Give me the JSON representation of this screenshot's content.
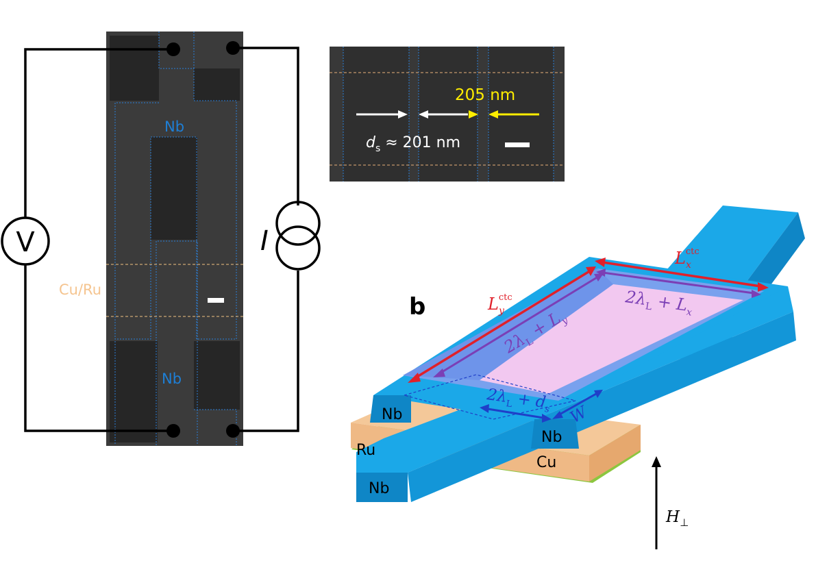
{
  "panel_a": {
    "label_nb_top": "Nb",
    "label_nb_bottom": "Nb",
    "label_curu": "Cu/Ru",
    "voltmeter_symbol": "V",
    "current_symbol": "I",
    "colors": {
      "nb": "#1e7fd6",
      "curu": "#f5c48f",
      "sem_bg": "#3a3a3a"
    }
  },
  "inset": {
    "dim_label": "205 nm",
    "ds_symbol": "d",
    "ds_sub": "s",
    "ds_value": " ≈ 201 nm",
    "colors": {
      "yellow": "#ffee00",
      "white": "#ffffff"
    }
  },
  "panel_b": {
    "panel_letter": "b",
    "lx_ctc": {
      "main": "L",
      "sub": "x",
      "sup": "ctc"
    },
    "ly_ctc": {
      "main": "L",
      "sub": "y",
      "sup": "ctc"
    },
    "purple_x": {
      "pre": "2λ",
      "sub": "L",
      "post": " + L",
      "post_sub": "x"
    },
    "purple_y": {
      "pre": "2λ",
      "sub": "L",
      "post": " + L",
      "post_sub": "y"
    },
    "blue_ds": {
      "pre": "2λ",
      "sub": "L",
      "post": " + d",
      "post_sub": "s"
    },
    "width_label": "W",
    "nb1": "Nb",
    "nb2": "Nb",
    "nb3": "Nb",
    "ru": "Ru",
    "cu": "Cu",
    "field": {
      "main": "H",
      "sub": "⊥"
    },
    "colors": {
      "nb_top": "#1ba8e8",
      "nb_side": "#0f86c6",
      "cu": "#f4c899",
      "ru": "#8cc63f",
      "red": "#e0202a",
      "purple": "#7b3fb5",
      "blue": "#1f3fc8",
      "pink": "#f2c8f0"
    }
  }
}
